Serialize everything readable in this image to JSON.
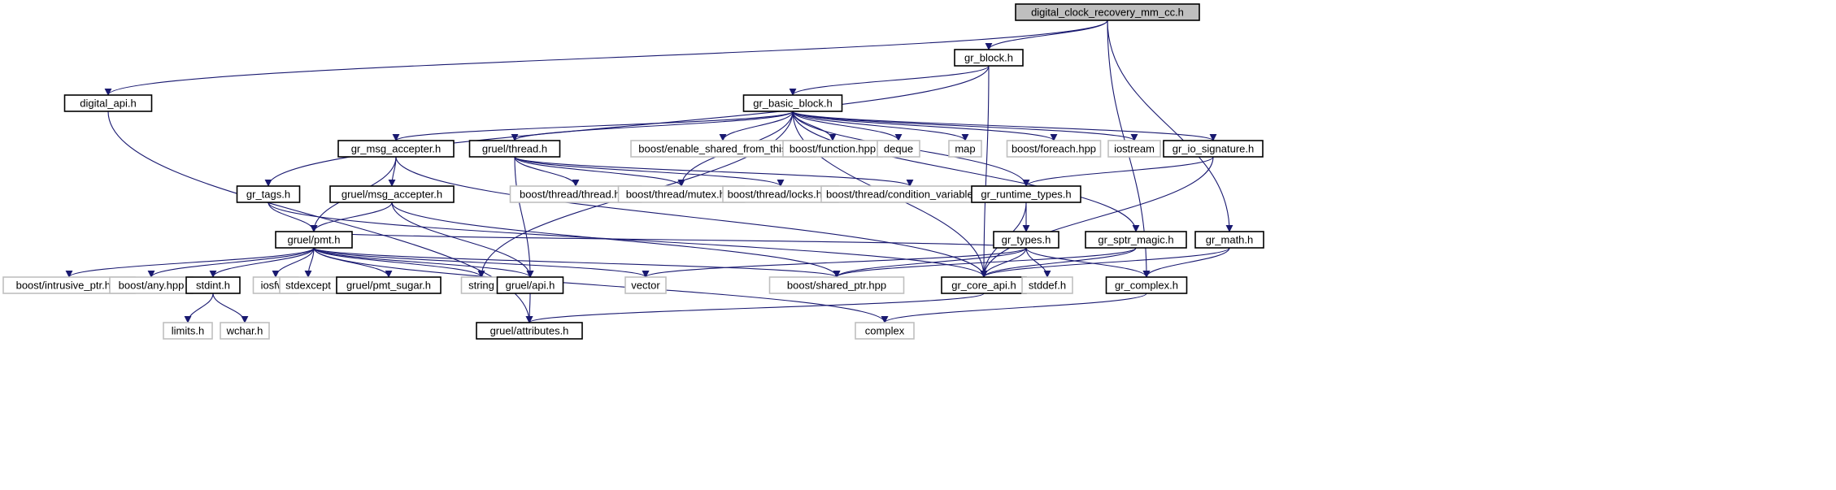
{
  "colors": {
    "edge": "#191970",
    "node_border": "#000000",
    "ext_border": "#bfbfbf",
    "root_fill": "#bfbfbf",
    "node_fill": "#ffffff",
    "text": "#000000"
  },
  "nodes": [
    {
      "id": "root",
      "label": "digital_clock_recovery_mm_cc.h",
      "kind": "root"
    },
    {
      "id": "gr_block",
      "label": "gr_block.h",
      "kind": "file"
    },
    {
      "id": "digital_api",
      "label": "digital_api.h",
      "kind": "file"
    },
    {
      "id": "gr_basic_block",
      "label": "gr_basic_block.h",
      "kind": "file"
    },
    {
      "id": "gr_msg_accepter",
      "label": "gr_msg_accepter.h",
      "kind": "file"
    },
    {
      "id": "gruel_thread",
      "label": "gruel/thread.h",
      "kind": "file"
    },
    {
      "id": "enable_shared",
      "label": "boost/enable_shared_from_this.hpp",
      "kind": "ext"
    },
    {
      "id": "boost_function",
      "label": "boost/function.hpp",
      "kind": "ext"
    },
    {
      "id": "deque",
      "label": "deque",
      "kind": "ext"
    },
    {
      "id": "map",
      "label": "map",
      "kind": "ext"
    },
    {
      "id": "boost_foreach",
      "label": "boost/foreach.hpp",
      "kind": "ext"
    },
    {
      "id": "iostream",
      "label": "iostream",
      "kind": "ext"
    },
    {
      "id": "gr_io_signature",
      "label": "gr_io_signature.h",
      "kind": "file"
    },
    {
      "id": "gr_tags",
      "label": "gr_tags.h",
      "kind": "file"
    },
    {
      "id": "gruel_msg_accepter",
      "label": "gruel/msg_accepter.h",
      "kind": "file"
    },
    {
      "id": "thread_hpp",
      "label": "boost/thread/thread.hpp",
      "kind": "ext"
    },
    {
      "id": "mutex_hpp",
      "label": "boost/thread/mutex.hpp",
      "kind": "ext"
    },
    {
      "id": "locks_hpp",
      "label": "boost/thread/locks.hpp",
      "kind": "ext"
    },
    {
      "id": "condvar_hpp",
      "label": "boost/thread/condition_variable.hpp",
      "kind": "ext"
    },
    {
      "id": "gr_runtime_types",
      "label": "gr_runtime_types.h",
      "kind": "file"
    },
    {
      "id": "gruel_pmt",
      "label": "gruel/pmt.h",
      "kind": "file"
    },
    {
      "id": "gr_types",
      "label": "gr_types.h",
      "kind": "file"
    },
    {
      "id": "gr_sptr_magic",
      "label": "gr_sptr_magic.h",
      "kind": "file"
    },
    {
      "id": "gr_math",
      "label": "gr_math.h",
      "kind": "file"
    },
    {
      "id": "intrusive_ptr",
      "label": "boost/intrusive_ptr.hpp",
      "kind": "ext"
    },
    {
      "id": "boost_any",
      "label": "boost/any.hpp",
      "kind": "ext"
    },
    {
      "id": "stdint",
      "label": "stdint.h",
      "kind": "file"
    },
    {
      "id": "iosfwd",
      "label": "iosfwd",
      "kind": "ext"
    },
    {
      "id": "stdexcept",
      "label": "stdexcept",
      "kind": "ext"
    },
    {
      "id": "pmt_sugar",
      "label": "gruel/pmt_sugar.h",
      "kind": "file"
    },
    {
      "id": "string",
      "label": "string",
      "kind": "ext"
    },
    {
      "id": "gruel_api",
      "label": "gruel/api.h",
      "kind": "file"
    },
    {
      "id": "vector",
      "label": "vector",
      "kind": "ext"
    },
    {
      "id": "shared_ptr",
      "label": "boost/shared_ptr.hpp",
      "kind": "ext"
    },
    {
      "id": "gr_core_api",
      "label": "gr_core_api.h",
      "kind": "file"
    },
    {
      "id": "stddef",
      "label": "stddef.h",
      "kind": "ext"
    },
    {
      "id": "gr_complex",
      "label": "gr_complex.h",
      "kind": "file"
    },
    {
      "id": "limits",
      "label": "limits.h",
      "kind": "ext"
    },
    {
      "id": "wchar",
      "label": "wchar.h",
      "kind": "ext"
    },
    {
      "id": "gruel_attributes",
      "label": "gruel/attributes.h",
      "kind": "file"
    },
    {
      "id": "complex",
      "label": "complex",
      "kind": "ext"
    }
  ],
  "edges": [
    [
      "root",
      "gr_block"
    ],
    [
      "root",
      "digital_api"
    ],
    [
      "root",
      "gr_math"
    ],
    [
      "root",
      "gr_complex"
    ],
    [
      "gr_block",
      "gr_basic_block"
    ],
    [
      "gr_block",
      "gr_tags"
    ],
    [
      "gr_block",
      "gr_core_api"
    ],
    [
      "digital_api",
      "gruel_attributes"
    ],
    [
      "gr_basic_block",
      "gr_msg_accepter"
    ],
    [
      "gr_basic_block",
      "gruel_thread"
    ],
    [
      "gr_basic_block",
      "enable_shared"
    ],
    [
      "gr_basic_block",
      "boost_function"
    ],
    [
      "gr_basic_block",
      "deque"
    ],
    [
      "gr_basic_block",
      "map"
    ],
    [
      "gr_basic_block",
      "boost_foreach"
    ],
    [
      "gr_basic_block",
      "iostream"
    ],
    [
      "gr_basic_block",
      "gr_io_signature"
    ],
    [
      "gr_basic_block",
      "gr_sptr_magic"
    ],
    [
      "gr_basic_block",
      "string"
    ],
    [
      "gr_basic_block",
      "gr_core_api"
    ],
    [
      "gr_basic_block",
      "gr_runtime_types"
    ],
    [
      "gr_basic_block",
      "mutex_hpp"
    ],
    [
      "gr_msg_accepter",
      "gruel_msg_accepter"
    ],
    [
      "gr_msg_accepter",
      "gruel_pmt"
    ],
    [
      "gr_msg_accepter",
      "gr_core_api"
    ],
    [
      "gruel_thread",
      "thread_hpp"
    ],
    [
      "gruel_thread",
      "mutex_hpp"
    ],
    [
      "gruel_thread",
      "locks_hpp"
    ],
    [
      "gruel_thread",
      "condvar_hpp"
    ],
    [
      "gruel_thread",
      "gruel_api"
    ],
    [
      "gr_io_signature",
      "gr_runtime_types"
    ],
    [
      "gr_io_signature",
      "gr_core_api"
    ],
    [
      "gr_tags",
      "gruel_pmt"
    ],
    [
      "gr_tags",
      "gr_core_api"
    ],
    [
      "gruel_msg_accepter",
      "gruel_pmt"
    ],
    [
      "gruel_msg_accepter",
      "gruel_api"
    ],
    [
      "gruel_msg_accepter",
      "shared_ptr"
    ],
    [
      "gr_runtime_types",
      "gr_types"
    ],
    [
      "gr_runtime_types",
      "gr_core_api"
    ],
    [
      "gruel_pmt",
      "intrusive_ptr"
    ],
    [
      "gruel_pmt",
      "boost_any"
    ],
    [
      "gruel_pmt",
      "stdint"
    ],
    [
      "gruel_pmt",
      "iosfwd"
    ],
    [
      "gruel_pmt",
      "stdexcept"
    ],
    [
      "gruel_pmt",
      "pmt_sugar"
    ],
    [
      "gruel_pmt",
      "string"
    ],
    [
      "gruel_pmt",
      "gruel_api"
    ],
    [
      "gruel_pmt",
      "vector"
    ],
    [
      "gruel_pmt",
      "shared_ptr"
    ],
    [
      "gruel_pmt",
      "complex"
    ],
    [
      "gr_types",
      "gr_core_api"
    ],
    [
      "gr_types",
      "vector"
    ],
    [
      "gr_types",
      "shared_ptr"
    ],
    [
      "gr_types",
      "stddef"
    ],
    [
      "gr_types",
      "gr_complex"
    ],
    [
      "gr_types",
      "gruel_pmt"
    ],
    [
      "gr_sptr_magic",
      "gr_core_api"
    ],
    [
      "gr_sptr_magic",
      "shared_ptr"
    ],
    [
      "gr_math",
      "gr_core_api"
    ],
    [
      "gr_math",
      "gr_complex"
    ],
    [
      "stdint",
      "limits"
    ],
    [
      "stdint",
      "wchar"
    ],
    [
      "gruel_api",
      "gruel_attributes"
    ],
    [
      "gr_core_api",
      "gruel_attributes"
    ],
    [
      "gr_complex",
      "complex"
    ]
  ]
}
